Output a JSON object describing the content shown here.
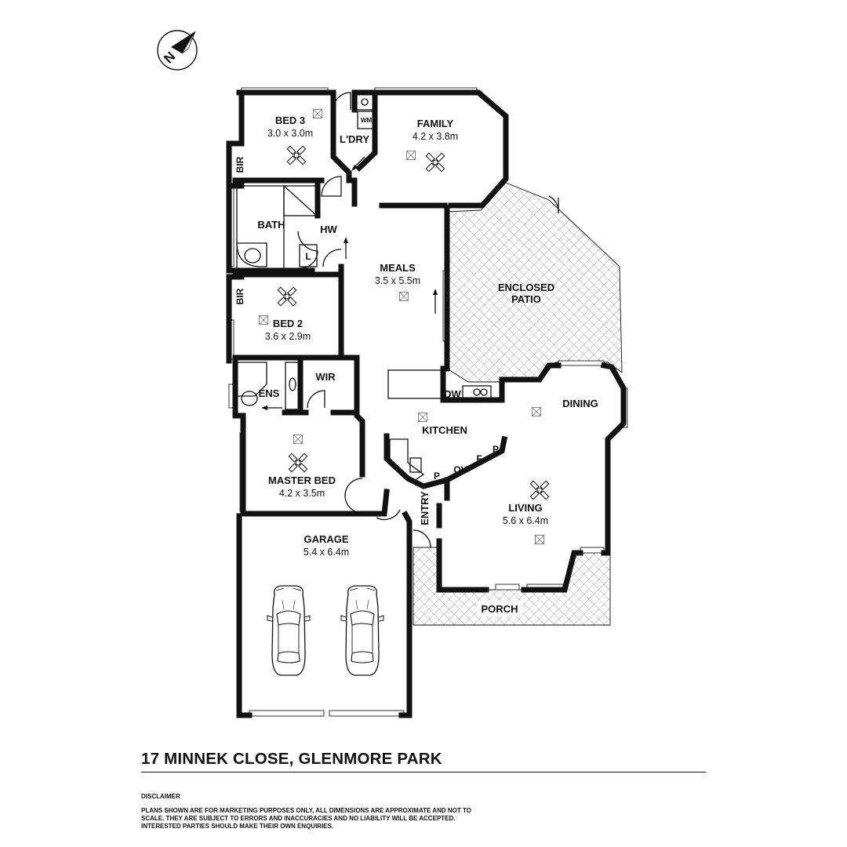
{
  "compass": {
    "letter": "N",
    "icon": "north-arrow-icon"
  },
  "rooms": {
    "bed3": {
      "name": "BED 3",
      "dims": "3.0 x 3.0m"
    },
    "bir_top": {
      "name": "BIR"
    },
    "laundry": {
      "name": "L'DRY",
      "wm": "WM"
    },
    "family": {
      "name": "FAMILY",
      "dims": "4.2 x 3.8m"
    },
    "bath": {
      "name": "BATH"
    },
    "hw": {
      "name": "HW"
    },
    "linen": {
      "name": "L"
    },
    "meals": {
      "name": "MEALS",
      "dims": "3.5 x 5.5m"
    },
    "patio": {
      "line1": "ENCLOSED",
      "line2": "PATIO"
    },
    "bir_mid": {
      "name": "BIR"
    },
    "bed2": {
      "name": "BED 2",
      "dims": "3.6 x 2.9m"
    },
    "ens": {
      "name": "ENS"
    },
    "wir": {
      "name": "WIR"
    },
    "dw": {
      "name": "DW"
    },
    "dining": {
      "name": "DINING"
    },
    "kitchen": {
      "name": "KITCHEN"
    },
    "pantry1": {
      "name": "P"
    },
    "oven": {
      "name": "OV"
    },
    "fridge": {
      "name": "F"
    },
    "pantry2": {
      "name": "P"
    },
    "master": {
      "name": "MASTER BED",
      "dims": "4.2 x 3.5m"
    },
    "entry": {
      "name": "ENTRY"
    },
    "living": {
      "name": "LIVING",
      "dims": "5.6 x 6.4m"
    },
    "garage": {
      "name": "GARAGE",
      "dims": "5.4 x 6.4m"
    },
    "porch": {
      "name": "PORCH"
    }
  },
  "address": "17 MINNEK CLOSE, GLENMORE PARK",
  "disclaimer": {
    "title": "DISCLAIMER",
    "text": "PLANS SHOWN ARE FOR MARKETING PURPOSES ONLY, ALL DIMENSIONS ARE APPROXIMATE AND NOT TO SCALE. THEY ARE SUBJECT TO ERRORS AND INACCURACIES AND NO LIABILITY WILL BE ACCEPTED. INTERESTED PARTIES SHOULD MAKE THEIR OWN ENQUIRIES."
  },
  "colors": {
    "wall": "#111111",
    "patio_hatch": "#9a9a9a"
  }
}
